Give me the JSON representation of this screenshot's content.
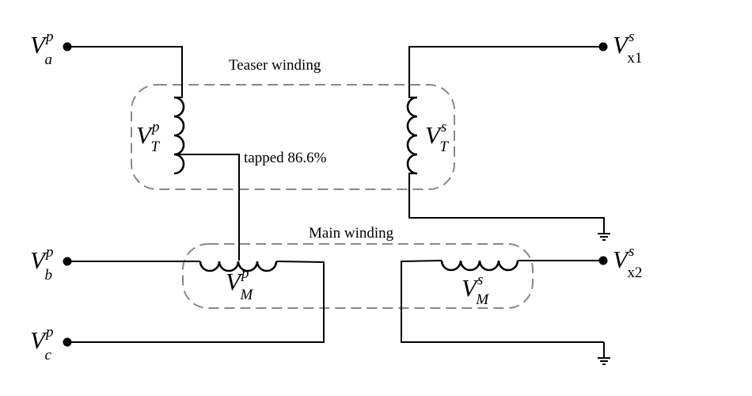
{
  "primary": {
    "a": {
      "symbol": "V",
      "sup": "p",
      "sub": "a"
    },
    "b": {
      "symbol": "V",
      "sup": "p",
      "sub": "b"
    },
    "c": {
      "symbol": "V",
      "sup": "p",
      "sub": "c"
    },
    "teaser": {
      "symbol": "V",
      "sup": "p",
      "sub": "T"
    },
    "main": {
      "symbol": "V",
      "sup": "p",
      "sub": "M"
    }
  },
  "secondary": {
    "x1": {
      "symbol": "V",
      "sup": "s",
      "sub": "x1"
    },
    "x2": {
      "symbol": "V",
      "sup": "s",
      "sub": "x2"
    },
    "teaser": {
      "symbol": "V",
      "sup": "s",
      "sub": "T"
    },
    "main": {
      "symbol": "V",
      "sup": "s",
      "sub": "M"
    }
  },
  "labels": {
    "teaser_winding": "Teaser winding",
    "main_winding": "Main winding",
    "tap": "tapped 86.6%"
  }
}
